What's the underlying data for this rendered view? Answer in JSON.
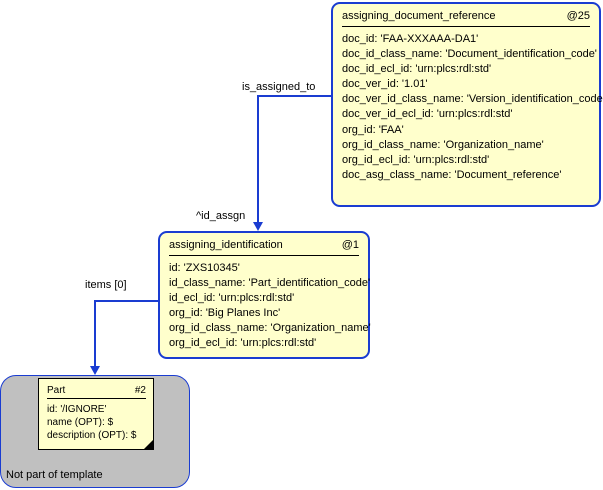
{
  "entities": {
    "doc_ref": {
      "name": "assigning_document_reference",
      "id": "@25",
      "attributes": [
        "doc_id: 'FAA-XXXAAA-DA1'",
        "doc_id_class_name: 'Document_identification_code'",
        "doc_id_ecl_id: 'urn:plcs:rdl:std'",
        "doc_ver_id: '1.01'",
        "doc_ver_id_class_name: 'Version_identification_code'",
        "doc_ver_id_ecl_id: 'urn:plcs:rdl:std'",
        "org_id: 'FAA'",
        "org_id_class_name: 'Organization_name'",
        "org_id_ecl_id: 'urn:plcs:rdl:std'",
        "doc_asg_class_name: 'Document_reference'"
      ]
    },
    "ident": {
      "name": "assigning_identification",
      "id": "@1",
      "attributes": [
        "id: 'ZXS10345'",
        "id_class_name: 'Part_identification_code'",
        "id_ecl_id: 'urn:plcs:rdl:std'",
        "org_id: 'Big Planes Inc'",
        "org_id_class_name: 'Organization_name'",
        "org_id_ecl_id: 'urn:plcs:rdl:std'"
      ]
    },
    "part": {
      "name": "Part",
      "id": "#2",
      "attributes": [
        "id: '/IGNORE'",
        "name (OPT): $",
        "description (OPT): $"
      ]
    }
  },
  "relations": {
    "is_assigned_to": "is_assigned_to",
    "id_assgn": "^id_assgn",
    "items": "items [0]"
  },
  "template_area_label": "Not part of template",
  "colors": {
    "box_fill": "#ffffcc",
    "border_blue": "#1a3cd1",
    "template_area": "#c0c0c0"
  }
}
